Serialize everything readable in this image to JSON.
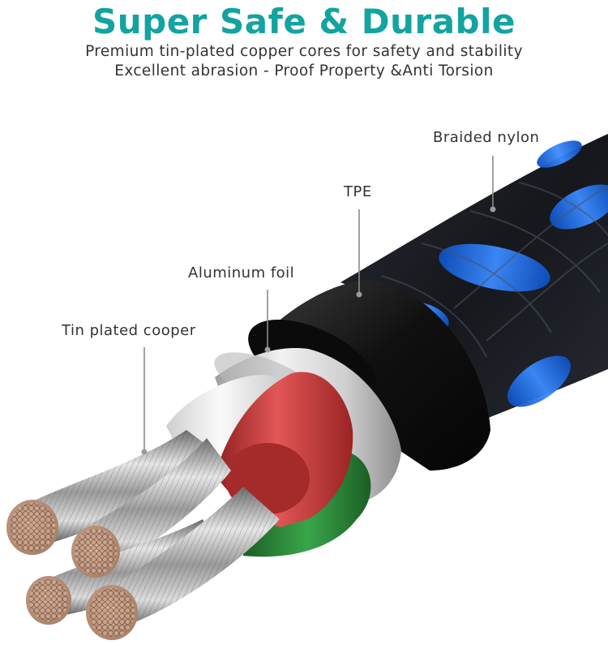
{
  "header": {
    "title": "Super Safe & Durable",
    "subtitle_line1": "Premium tin-plated copper cores for safety and stability",
    "subtitle_line2": "Excellent abrasion - Proof Property &Anti Torsion"
  },
  "callouts": {
    "braided": "Braided nylon",
    "tpe": "TPE",
    "foil": "Aluminum foil",
    "copper": "Tin plated cooper"
  },
  "colors": {
    "title": "#13a3a1",
    "text": "#333333",
    "braid_dark": "#1a1c22",
    "braid_blue": "#1f6fe0",
    "tpe_jacket": "#141414",
    "foil": "#d7d7d7",
    "insul_white": "#ededed",
    "insul_red": "#cf3b3b",
    "insul_green": "#2e8a3a",
    "copper_strand": "#b0b0b0",
    "copper_end": "#c9a48c"
  }
}
